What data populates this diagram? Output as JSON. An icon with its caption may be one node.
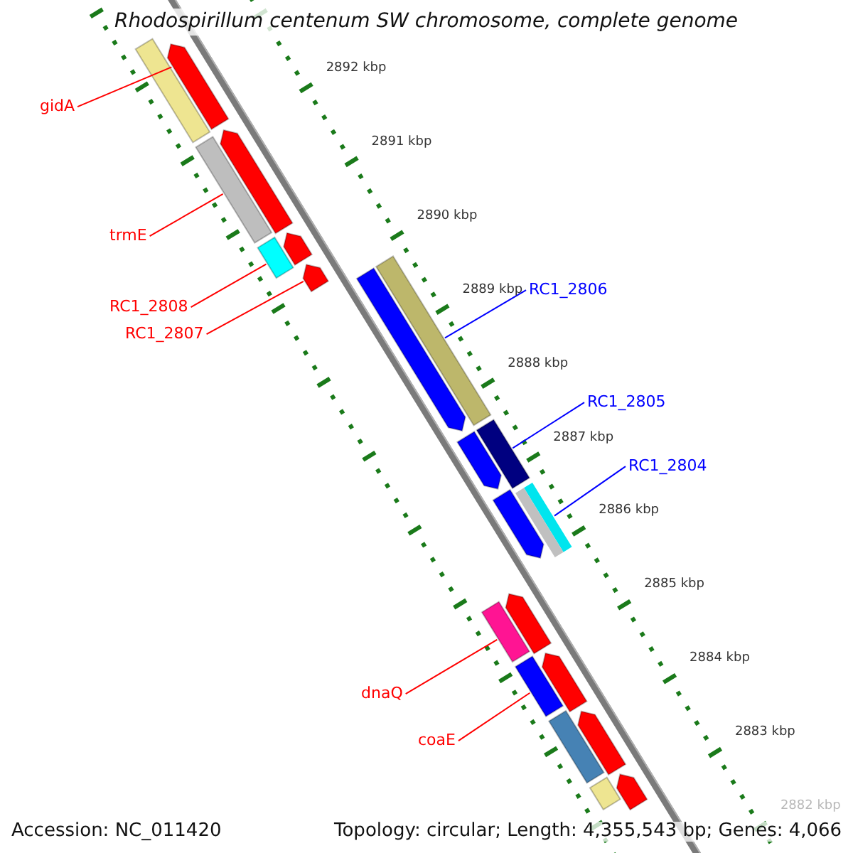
{
  "diagram": {
    "title": "Rhodospirillum centenum SW chromosome, complete genome",
    "nodes": [
      {
        "text": [
          "gidA"
        ]
      },
      {
        "text": [
          "trmE"
        ]
      },
      {
        "text": [
          "RC1_2808"
        ]
      },
      {
        "text": [
          "RC1_2807"
        ]
      },
      {
        "text": [
          "RC1_2806"
        ]
      },
      {
        "text": [
          "RC1_2805"
        ]
      },
      {
        "text": [
          "RC1_2804"
        ]
      },
      {
        "text": [
          "dnaQ"
        ]
      },
      {
        "text": [
          "coaE"
        ]
      },
      {
        "text": [],
        "shape": "bar"
      },
      {
        "text": [],
        "shape": "arrow"
      },
      {
        "text": [],
        "shape": "bar"
      },
      {
        "text": [],
        "shape": "arrow"
      },
      {
        "text": [],
        "shape": "bar"
      },
      {
        "text": [],
        "shape": "arrow"
      },
      {
        "text": [],
        "shape": "arrow"
      },
      {
        "text": [],
        "shape": "arrow"
      },
      {
        "text": [],
        "shape": "bar"
      },
      {
        "text": [],
        "shape": "arrow"
      },
      {
        "text": [],
        "shape": "bar"
      },
      {
        "text": [],
        "shape": "arrow"
      },
      {
        "text": [],
        "shape": "bar"
      },
      {
        "text": [],
        "shape": "arrow"
      },
      {
        "text": [],
        "shape": "bar"
      },
      {
        "text": [],
        "shape": "arrow"
      },
      {
        "text": [],
        "shape": "bar"
      },
      {
        "text": [],
        "shape": "arrow"
      },
      {
        "text": [],
        "shape": "bar"
      },
      {
        "text": [],
        "shape": "arrow"
      },
      {
        "text": [],
        "shape": "bar"
      }
    ],
    "edges": [
      {
        "from": 0,
        "to": 9,
        "arrow": "none"
      },
      {
        "from": 1,
        "to": 11,
        "arrow": "none"
      },
      {
        "from": 2,
        "to": 13,
        "arrow": "none"
      },
      {
        "from": 3,
        "to": 15,
        "arrow": "none"
      },
      {
        "from": 4,
        "to": 17,
        "arrow": "none",
        "color": "#0000ff"
      },
      {
        "from": 5,
        "to": 19,
        "arrow": "none",
        "color": "#0000ff"
      },
      {
        "from": 6,
        "to": 21,
        "arrow": "none",
        "color": "#0000ff"
      },
      {
        "from": 7,
        "to": 23,
        "arrow": "none"
      },
      {
        "from": 8,
        "to": 25,
        "arrow": "none"
      }
    ],
    "labels": [
      "2892 kbp",
      "2891 kbp",
      "2890 kbp",
      "2889 kbp",
      "2888 kbp",
      "2887 kbp",
      "2886 kbp",
      "2885 kbp",
      "2884 kbp",
      "2883 kbp",
      "2882 kbp",
      "Accession: NC_011420",
      "Topology: circular; Length: 4,355,543 bp; Genes: 4,066"
    ]
  }
}
